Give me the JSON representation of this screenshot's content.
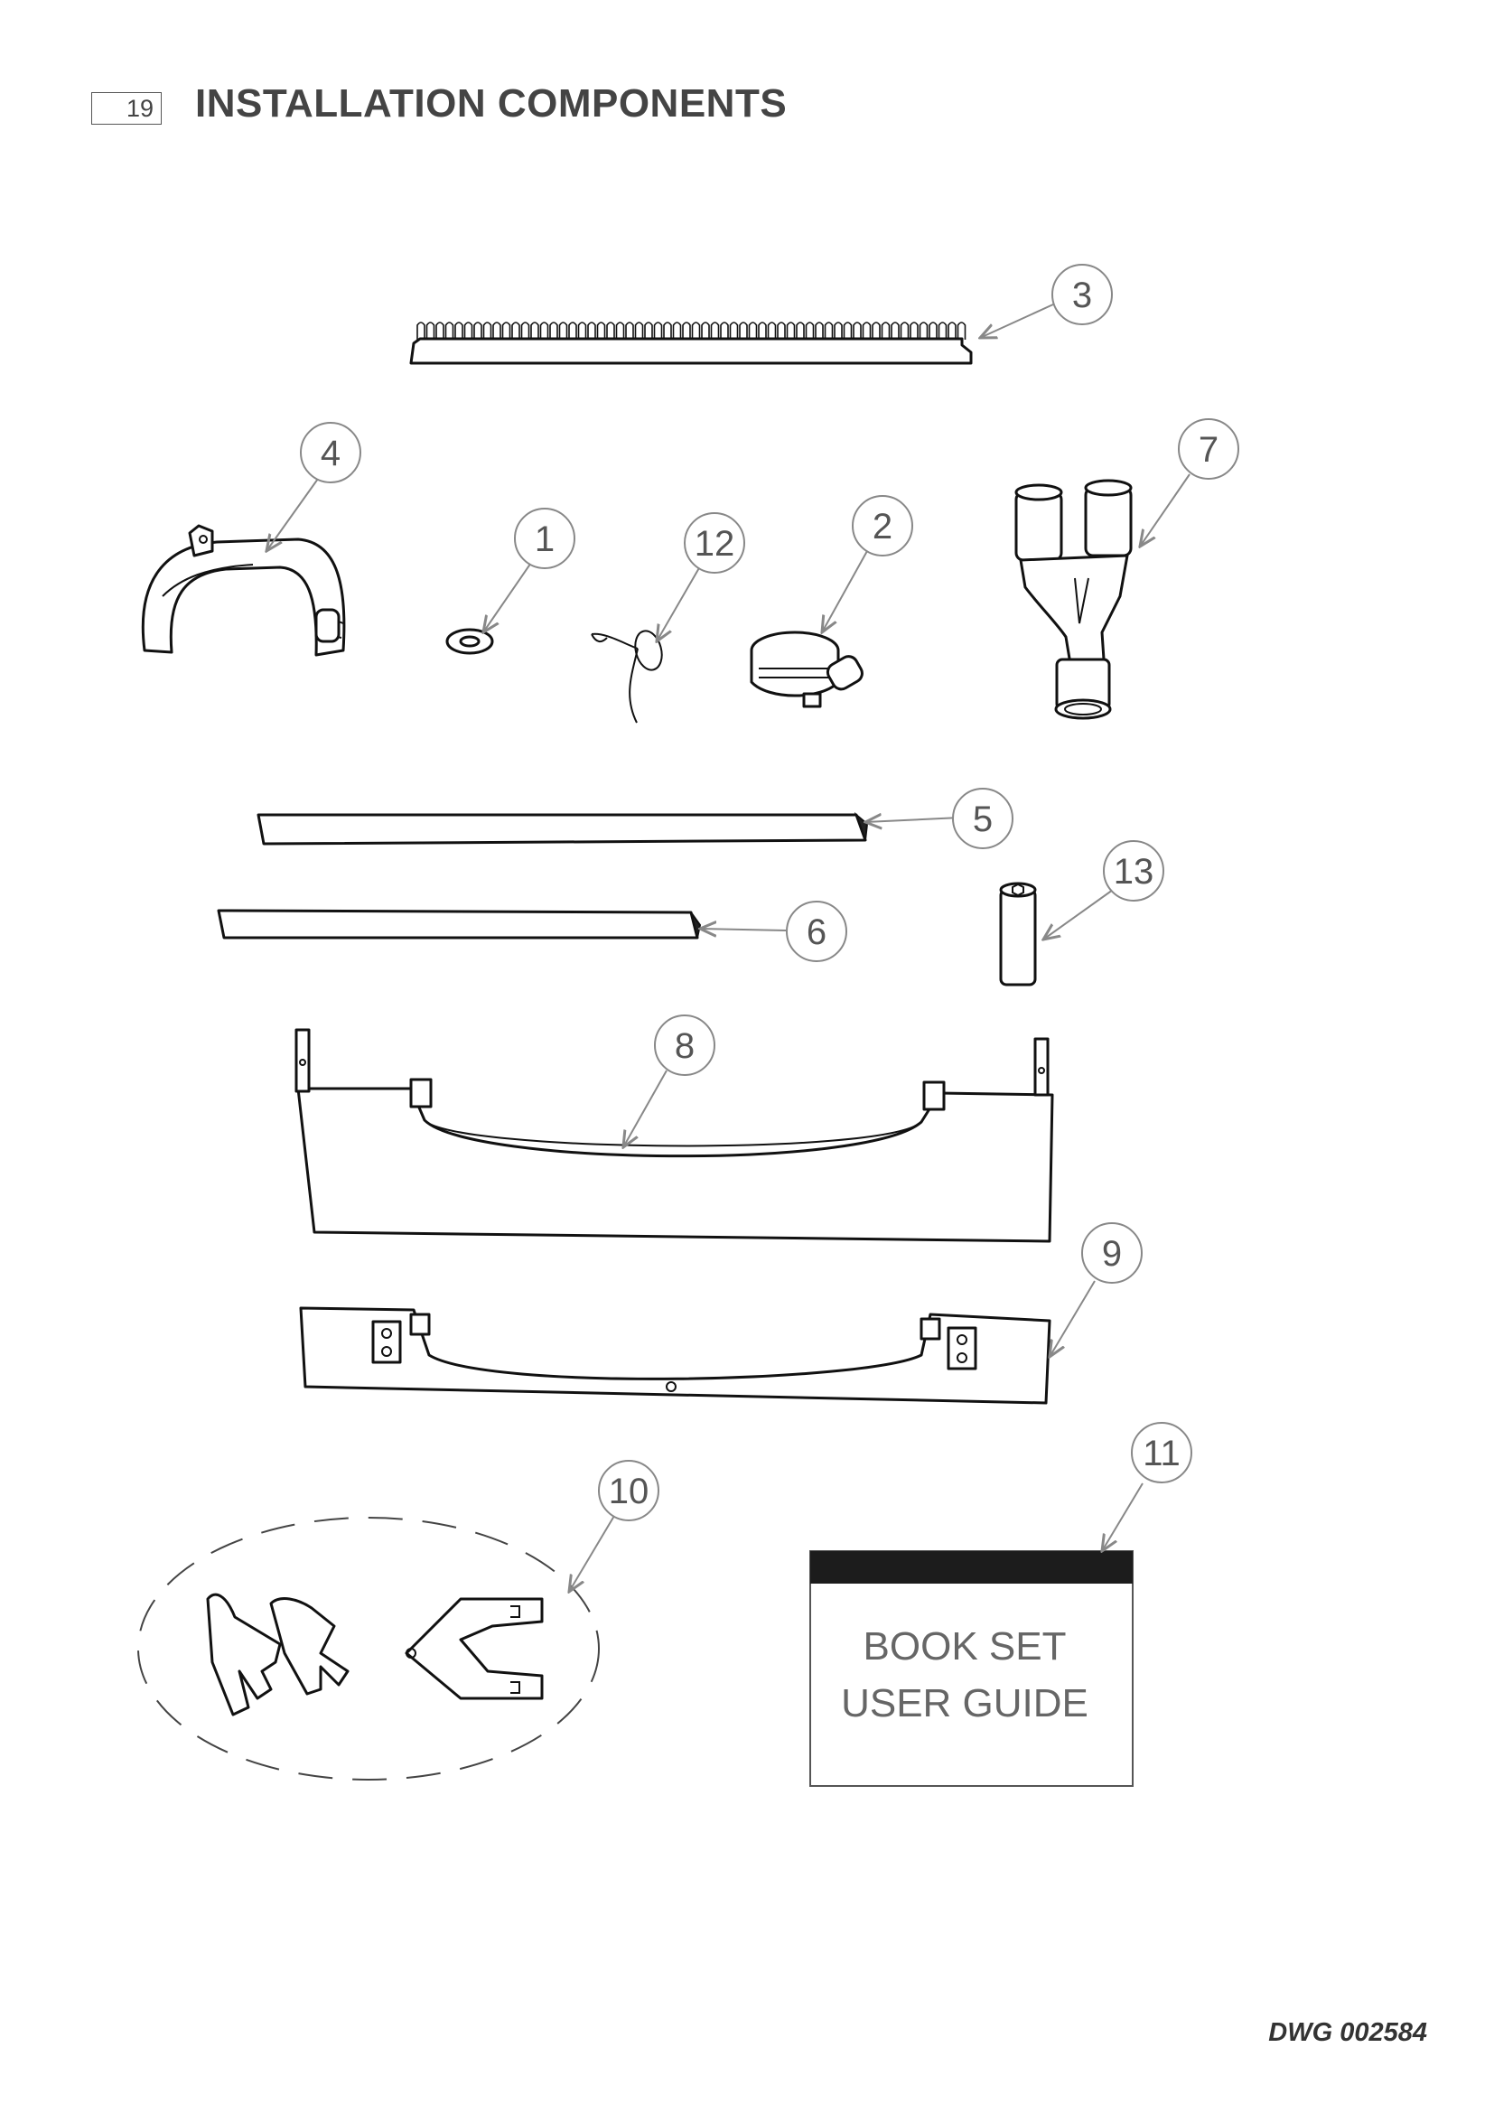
{
  "header": {
    "page_number": "19",
    "title": "INSTALLATION COMPONENTS"
  },
  "callouts": [
    "1",
    "2",
    "3",
    "4",
    "5",
    "6",
    "7",
    "8",
    "9",
    "10",
    "11",
    "12",
    "13"
  ],
  "book": {
    "line1": "BOOK SET",
    "line2": "USER GUIDE"
  },
  "footer": {
    "drawing_number": "DWG 002584"
  }
}
